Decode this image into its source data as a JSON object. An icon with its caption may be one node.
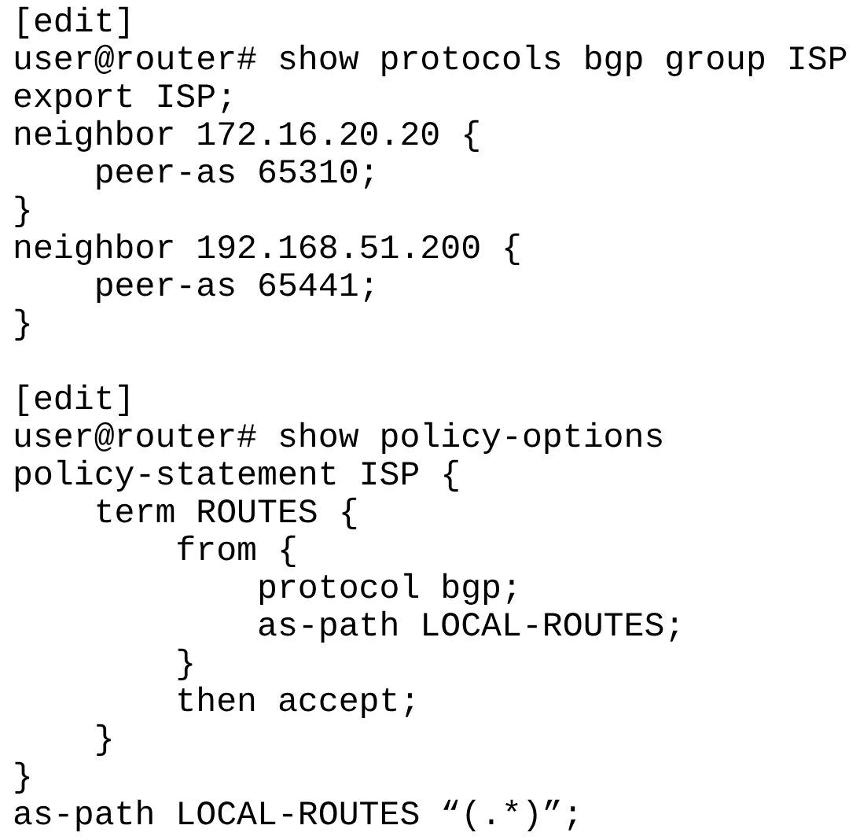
{
  "diagram": {
    "labels": [
      "[edit]",
      "user@router# show protocols bgp group ISP",
      "export ISP;",
      "neighbor 172.16.20.20 {",
      "peer-as 65310;",
      "}",
      "neighbor 192.168.51.200 {",
      "peer-as 65441;",
      "}",
      "[edit]",
      "user@router# show policy-options",
      "policy-statement ISP {",
      "term ROUTES {",
      "from {",
      "protocol bgp;",
      "as-path LOCAL-ROUTES;",
      "}",
      "then accept;",
      "}",
      "}",
      "as-path LOCAL-ROUTES “(.*)”;"
    ]
  }
}
